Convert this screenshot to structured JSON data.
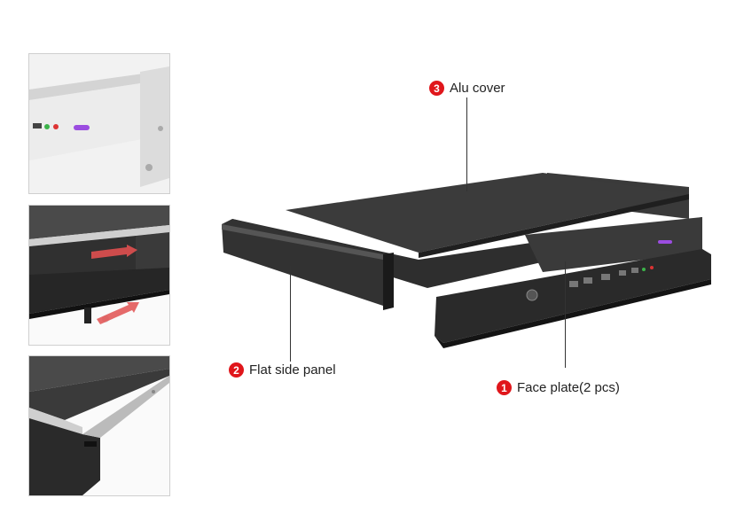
{
  "callouts": [
    {
      "number": "3",
      "label": "Alu cover"
    },
    {
      "number": "2",
      "label": "Flat side panel"
    },
    {
      "number": "1",
      "label": "Face plate(2 pcs)"
    }
  ],
  "colors": {
    "badge": "#e0161b",
    "chassis": "#2b2b2b",
    "cover": "#3a3a3a",
    "arrow": "#e05050"
  }
}
